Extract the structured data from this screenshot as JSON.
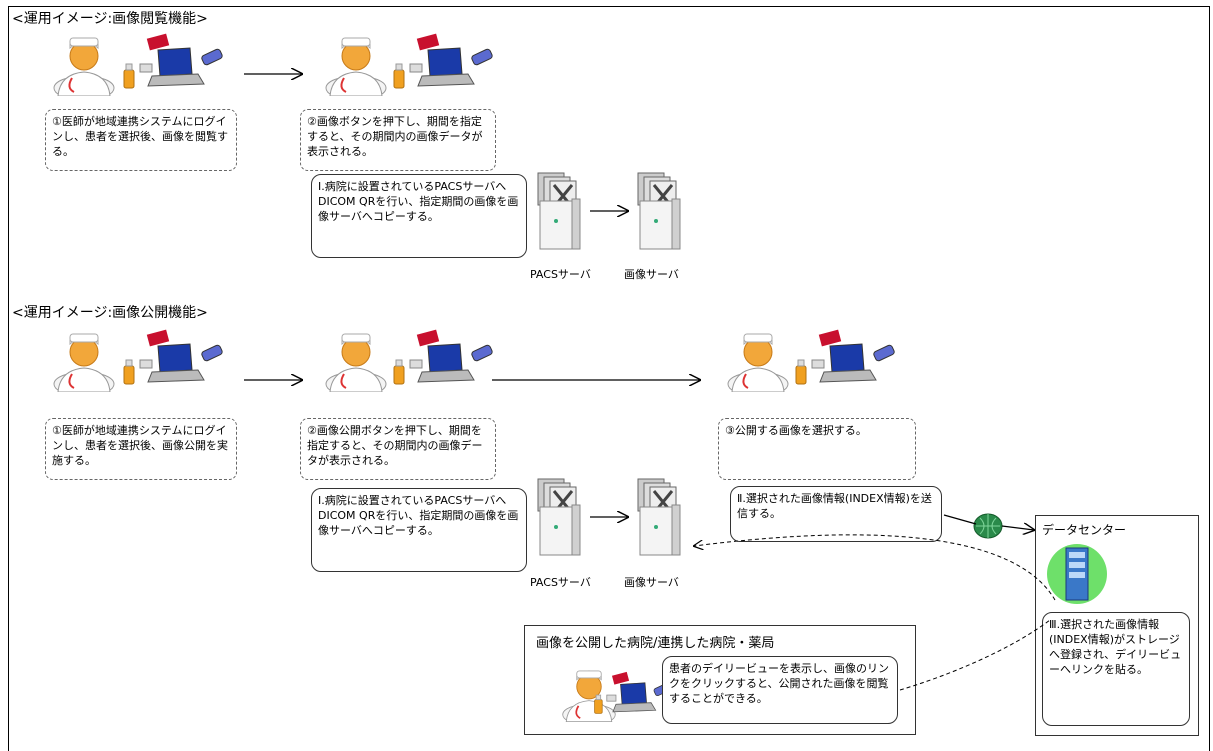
{
  "section1": {
    "title": "<運用イメージ:画像閲覧機能>",
    "step1": "①医師が地域連携システムにログインし、患者を選択後、画像を閲覧する。",
    "step2": "②画像ボタンを押下し、期間を指定すると、その期間内の画像データが表示される。",
    "step_i": "Ⅰ.病院に設置されているPACSサーバへDICOM QRを行い、指定期間の画像を画像サーバへコピーする。",
    "pacs_label": "PACSサーバ",
    "image_server_label": "画像サーバ"
  },
  "section2": {
    "title": "<運用イメージ:画像公開機能>",
    "step1": "①医師が地域連携システムにログインし、患者を選択後、画像公開を実施する。",
    "step2": "②画像公開ボタンを押下し、期間を指定すると、その期間内の画像データが表示される。",
    "step3": "③公開する画像を選択する。",
    "step_i": "Ⅰ.病院に設置されているPACSサーバへDICOM QRを行い、指定期間の画像を画像サーバへコピーする。",
    "step_ii": "Ⅱ.選択された画像情報(INDEX情報)を送信する。",
    "pacs_label": "PACSサーバ",
    "image_server_label": "画像サーバ",
    "datacenter_title": "データセンター",
    "step_iii": "Ⅲ.選択された画像情報(INDEX情報)がストレージへ登録され、デイリービューへリンクを貼る。",
    "hospital_title": "画像を公開した病院/連携した病院・薬局",
    "hospital_text": "患者のデイリービューを表示し、画像のリンクをクリックすると、公開された画像を閲覧することができる。"
  }
}
